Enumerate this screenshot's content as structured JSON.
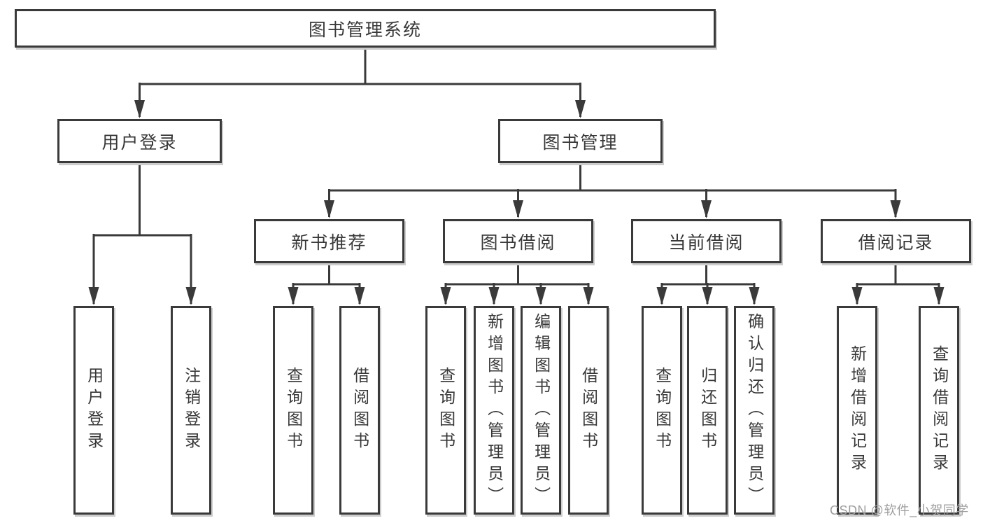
{
  "tree": {
    "label": "图书管理系统",
    "children": [
      {
        "label": "用户登录",
        "children": [
          {
            "label": "用户登录"
          },
          {
            "label": "注销登录"
          }
        ]
      },
      {
        "label": "图书管理",
        "children": [
          {
            "label": "新书推荐",
            "children": [
              {
                "label": "查询图书"
              },
              {
                "label": "借阅图书"
              }
            ]
          },
          {
            "label": "图书借阅",
            "children": [
              {
                "label": "查询图书"
              },
              {
                "label": "新增图书（管理员）"
              },
              {
                "label": "编辑图书（管理员）"
              },
              {
                "label": "借阅图书"
              }
            ]
          },
          {
            "label": "当前借阅",
            "children": [
              {
                "label": "查询图书"
              },
              {
                "label": "归还图书"
              },
              {
                "label": "确认归还（管理员）"
              }
            ]
          },
          {
            "label": "借阅记录",
            "children": [
              {
                "label": "新增借阅记录"
              },
              {
                "label": "查询借阅记录"
              }
            ]
          }
        ]
      }
    ]
  },
  "watermark": {
    "text": "CSDN @软件_小贺同学"
  },
  "colors": {
    "line": "#3a3a3a",
    "text": "#383838",
    "watermark": "#9e9e9e",
    "background": "#ffffff"
  }
}
